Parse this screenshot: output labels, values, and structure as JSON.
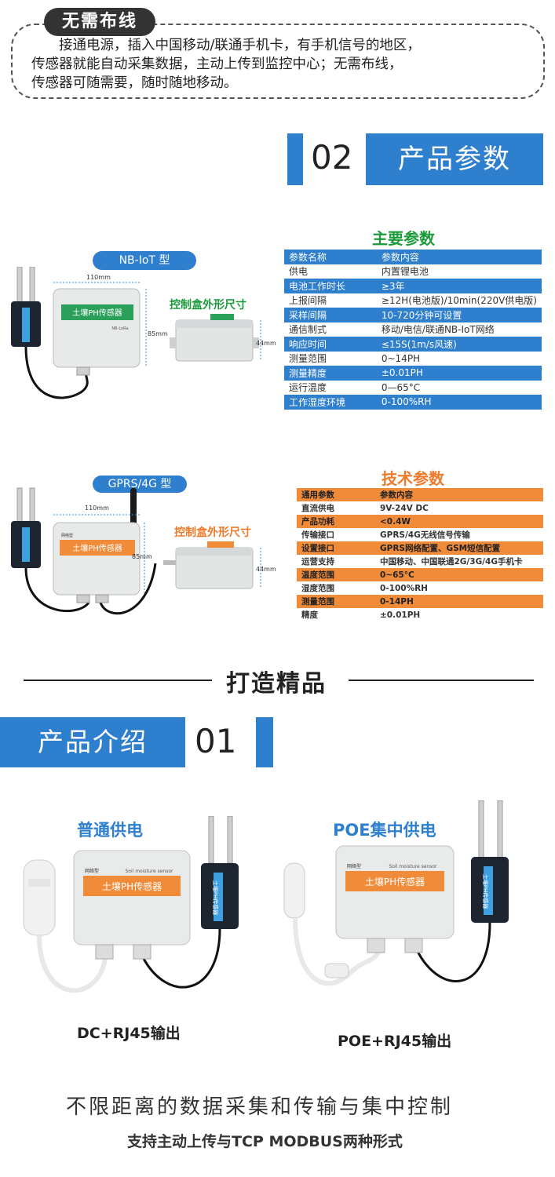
{
  "no_wiring": {
    "tag": "无需布线",
    "lines": [
      "接通电源，插入中国移动/联通手机卡，有手机信号的地区，",
      "传感器就能自动采集数据，主动上传到监控中心；无需布线，",
      "传感器可随需要，随时随地移动。"
    ]
  },
  "params_header": {
    "number": "02",
    "title": "产品参数"
  },
  "nbiot": {
    "pill": "NB-IoT 型",
    "width_label": "110mm",
    "height_label": "85mm",
    "depth_label": "44mm",
    "device_label": "土壤PH传感器",
    "device_sub": "NB-LoRa",
    "box_label": "控制盒外形尺寸",
    "table_title": "主要参数",
    "table": [
      [
        "参数名称",
        "参数内容"
      ],
      [
        "供电",
        "内置锂电池"
      ],
      [
        "电池工作时长",
        "≥3年"
      ],
      [
        "上报间隔",
        "≥12H(电池版)/10min(220V供电版)"
      ],
      [
        "采样间隔",
        "10-720分钟可设置"
      ],
      [
        "通信制式",
        "移动/电信/联通NB-IoT网络"
      ],
      [
        "响应时间",
        "≤15S(1m/s风速)"
      ],
      [
        "测量范围",
        "0~14PH"
      ],
      [
        "测量精度",
        "±0.01PH"
      ],
      [
        "运行温度",
        "0—65°C"
      ],
      [
        "工作湿度环境",
        "0-100%RH"
      ]
    ]
  },
  "gprs": {
    "pill": "GPRS/4G 型",
    "width_label": "110mm",
    "height_label": "85mm",
    "depth_label": "44mm",
    "device_label": "土壤PH传感器",
    "device_tag": "网络型",
    "box_label": "控制盒外形尺寸",
    "table_title": "技术参数",
    "table": [
      [
        "通用参数",
        "参数内容"
      ],
      [
        "直流供电",
        "9V-24V DC"
      ],
      [
        "产品功耗",
        "<0.4W"
      ],
      [
        "传输接口",
        "GPRS/4G无线信号传输"
      ],
      [
        "设置接口",
        "GPRS网络配置、GSM短信配置"
      ],
      [
        "运营支持",
        "中国移动、中国联通2G/3G/4G手机卡"
      ],
      [
        "温度范围",
        "0~65°C"
      ],
      [
        "湿度范围",
        "0-100%RH"
      ],
      [
        "测量范围",
        "0-14PH"
      ],
      [
        "精度",
        "±0.01PH"
      ]
    ]
  },
  "quality": {
    "title": "打造精品"
  },
  "intro_header": {
    "title": "产品介绍",
    "number": "01"
  },
  "power": {
    "left_title": "普通供电",
    "right_title": "POE集中供电",
    "left_caption": "DC+RJ45输出",
    "right_caption": "POE+RJ45输出",
    "device_label": "土壤PH传感器",
    "device_tag": "网络型",
    "device_sub": "Soil moisture sensor",
    "probe_label": "土壤PH传感器"
  },
  "bottom": {
    "line1": "不限距离的数据采集和传输与集中控制",
    "line2": "支持主动上传与TCP MODBUS两种形式"
  },
  "colors": {
    "blue": "#2f7fcf",
    "orange": "#f08b3a",
    "green": "#1c9a3a"
  }
}
